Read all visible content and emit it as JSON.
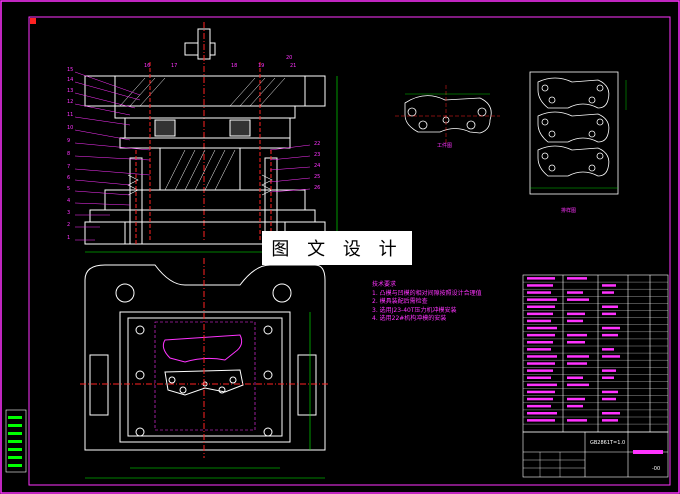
{
  "watermark": "图 文 设 计",
  "views": {
    "workpiece_label": "工件图",
    "layout_label": "排样图"
  },
  "tech_requirements": {
    "title": "技术要求",
    "items": [
      "1. 凸模与凹模的相对间隙按照设计合理值",
      "2. 模具装配后需检查",
      "3. 选用J23-40T压力机冲模安装",
      "4. 选用22#机构冲模的安装"
    ]
  },
  "part_numbers": [
    "15",
    "14",
    "13",
    "12",
    "11",
    "10",
    "9",
    "8",
    "7",
    "6",
    "5",
    "4",
    "3",
    "2",
    "1"
  ],
  "top_numbers": [
    "16",
    "17",
    "18",
    "19",
    "20",
    "21"
  ],
  "right_numbers": [
    "22",
    "23",
    "24",
    "25",
    "26"
  ],
  "title_block": {
    "code_1": "GB2861",
    "code_2": "T=1.0",
    "drawing_no": "-00"
  },
  "colors": {
    "line": "#ffffff",
    "annotation": "#ff33ff",
    "centerline": "#ff2222",
    "dimension": "#00ff00",
    "hatch": "#ffffff",
    "frame": "#ff33ff"
  }
}
